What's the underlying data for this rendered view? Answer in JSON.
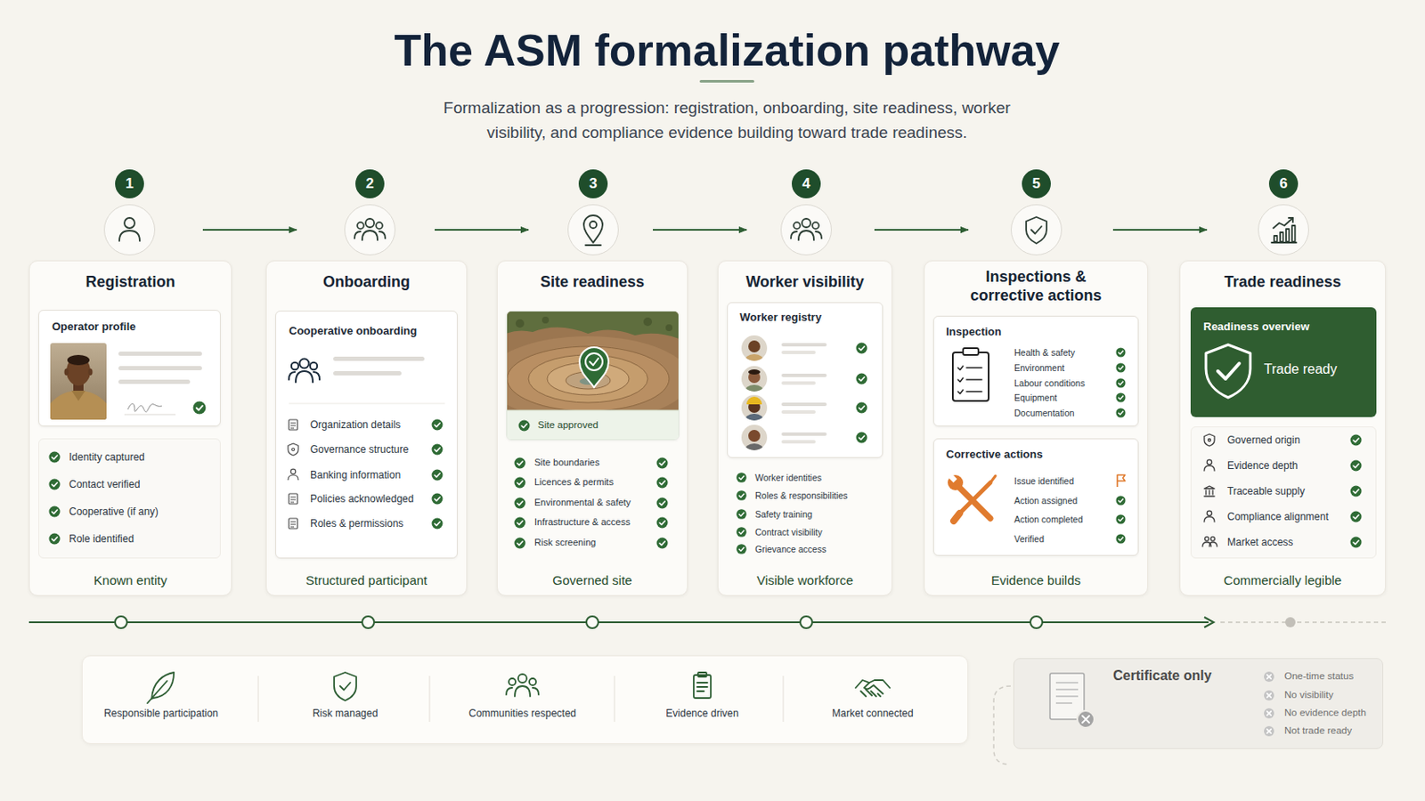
{
  "diagram": {
    "title": "The ASM formalization pathway",
    "caption": "Formalization as a progression: registration, onboarding, site readiness, worker visibility, and compliance evidence building toward trade readiness.",
    "nodes": [
      {
        "text": [
          "1"
        ]
      },
      {
        "text": [
          "2"
        ]
      },
      {
        "text": [
          "3"
        ]
      },
      {
        "text": [
          "4"
        ]
      },
      {
        "text": [
          "5"
        ]
      },
      {
        "text": [
          "6"
        ]
      },
      {
        "text": [
          "Registration",
          "Known entity"
        ]
      },
      {
        "text": [
          "Operator profile"
        ],
        "in": 6
      },
      {
        "text": [
          "Identity captured",
          "Contact verified",
          "Cooperative (if any)",
          "Role identified"
        ],
        "in": 6
      },
      {
        "text": [
          "Onboarding",
          "Structured participant"
        ]
      },
      {
        "text": [
          "Cooperative onboarding",
          "Organization details",
          "Governance structure",
          "Banking information",
          "Policies acknowledged",
          "Roles & permissions"
        ],
        "in": 9
      },
      {
        "text": [
          "Site readiness",
          "Site boundaries",
          "Licences & permits",
          "Environmental & safety",
          "Infrastructure & access",
          "Risk screening",
          "Governed site"
        ]
      },
      {
        "text": [
          "Site approved"
        ],
        "in": 11
      },
      {
        "text": [
          "Worker visibility",
          "Worker identities",
          "Roles & responsibilities",
          "Safety training",
          "Contract visibility",
          "Grievance access",
          "Visible workforce"
        ]
      },
      {
        "text": [
          "Worker registry"
        ],
        "in": 13
      },
      {
        "text": [
          "Inspections & corrective actions",
          "Evidence builds"
        ]
      },
      {
        "text": [
          "Inspection",
          "Health & safety",
          "Environment",
          "Labour conditions",
          "Equipment",
          "Documentation"
        ],
        "in": 15
      },
      {
        "text": [
          "Corrective actions",
          "Issue identified",
          "Action assigned",
          "Action completed",
          "Verified"
        ],
        "in": 15
      },
      {
        "text": [
          "Trade readiness",
          "Commercially legible"
        ]
      },
      {
        "text": [
          "Readiness overview",
          "Trade ready"
        ],
        "in": 18
      },
      {
        "text": [
          "Governed origin",
          "Evidence depth",
          "Traceable supply",
          "Compliance alignment",
          "Market access"
        ],
        "in": 18
      },
      {
        "text": [
          "Responsible participation",
          "Risk managed",
          "Communities respected",
          "Evidence driven",
          "Market connected"
        ]
      },
      {
        "text": [
          "Certificate only",
          "One-time status",
          "No visibility",
          "No evidence depth",
          "Not trade ready"
        ]
      }
    ],
    "edges": [
      {
        "from": 0,
        "to": 1,
        "arrow": "to"
      },
      {
        "from": 1,
        "to": 2,
        "arrow": "to"
      },
      {
        "from": 2,
        "to": 3,
        "arrow": "to"
      },
      {
        "from": 3,
        "to": 4,
        "arrow": "to"
      },
      {
        "from": 4,
        "to": 5,
        "arrow": "to"
      }
    ]
  }
}
